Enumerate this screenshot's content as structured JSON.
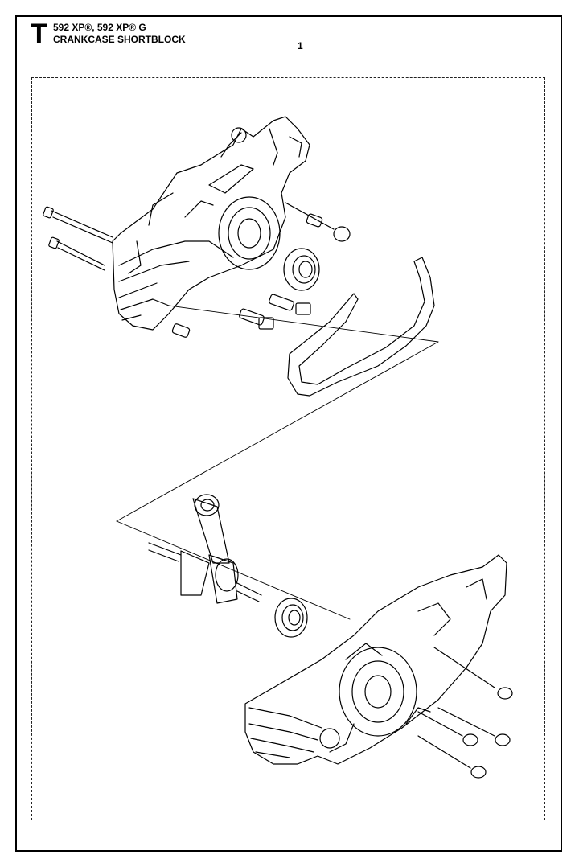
{
  "header": {
    "section_letter": "T",
    "model_line": "592 XP®, 592 XP® G",
    "diagram_title": "CRANKCASE SHORTBLOCK"
  },
  "callouts": [
    {
      "label": "1"
    }
  ],
  "colors": {
    "line": "#000000",
    "background": "#ffffff"
  }
}
